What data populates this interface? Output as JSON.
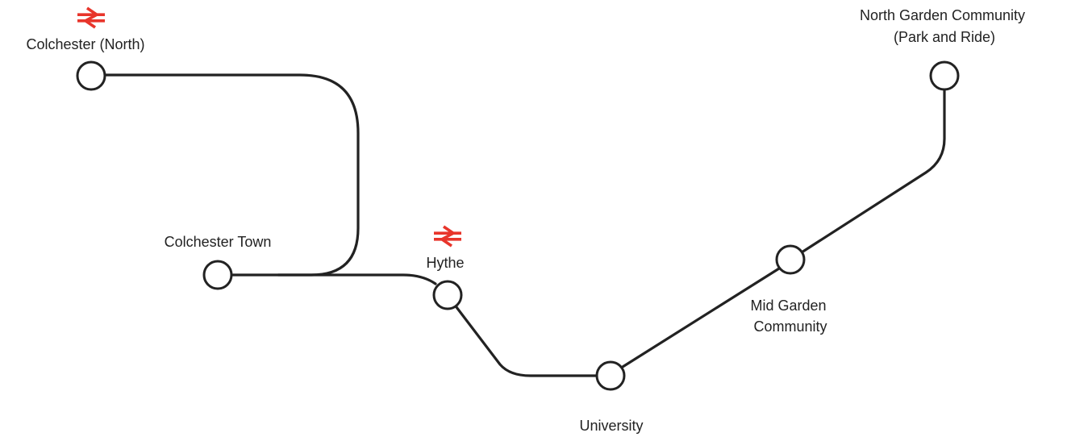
{
  "colors": {
    "line": "#222222",
    "stop_fill": "#ffffff",
    "rail_icon": "#e8352b",
    "text": "#222222"
  },
  "stops": {
    "colchester_north": {
      "label_lines": [
        "Colchester (North)"
      ],
      "rail_interchange": true,
      "icon": "national-rail-icon"
    },
    "colchester_town": {
      "label_lines": [
        "Colchester Town"
      ],
      "rail_interchange": false
    },
    "hythe": {
      "label_lines": [
        "Hythe"
      ],
      "rail_interchange": true,
      "icon": "national-rail-icon"
    },
    "university": {
      "label_lines": [
        "University"
      ],
      "rail_interchange": false
    },
    "mid_garden": {
      "label_lines": [
        "Mid Garden",
        "Community"
      ],
      "rail_interchange": false
    },
    "north_garden": {
      "label_lines": [
        "North Garden Community",
        "(Park and Ride)"
      ],
      "rail_interchange": false
    }
  }
}
